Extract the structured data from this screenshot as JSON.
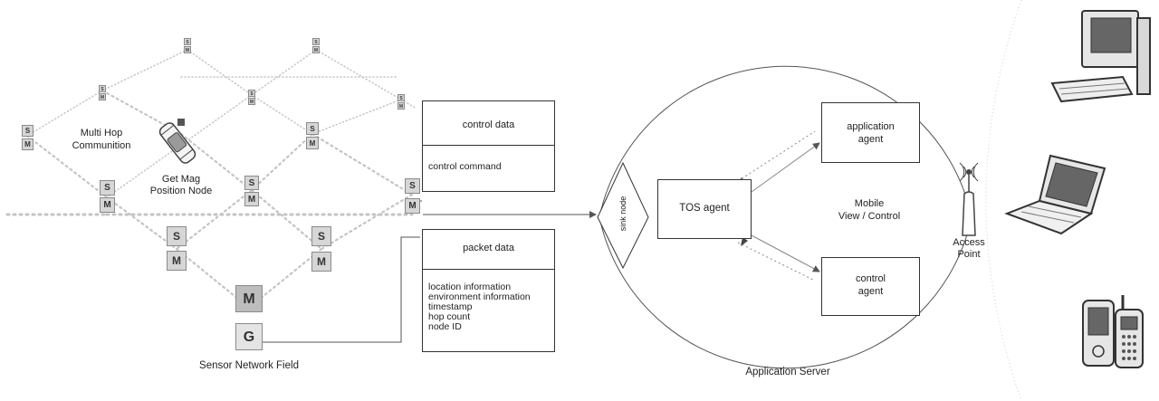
{
  "sensor_field": {
    "label": "Sensor Network Field",
    "multi_hop_label": [
      "Multi Hop",
      "Communition"
    ],
    "get_mag_label": [
      "Get Mag",
      "Position Node"
    ],
    "node_s": "S",
    "node_m": "M",
    "node_g": "G"
  },
  "control_data": {
    "title": "control data",
    "items": [
      "control command"
    ]
  },
  "packet_data": {
    "title": "packet data",
    "items": [
      "location information",
      "environment information",
      "timestamp",
      "hop count",
      "node ID"
    ]
  },
  "sink_node": "sink node",
  "server": {
    "label": "Application Server",
    "tos_agent": "TOS agent",
    "application_agent": [
      "application",
      "agent"
    ],
    "control_agent": [
      "control",
      "agent"
    ],
    "mobile_view": [
      "Mobile",
      "View / Control"
    ]
  },
  "access_point": [
    "Access",
    "Point"
  ],
  "icons": {
    "car": "car-icon",
    "antenna": "antenna-icon",
    "desktop": "desktop-computer-icon",
    "laptop": "laptop-icon",
    "pda": "pda-icon",
    "phone": "mobile-phone-icon"
  }
}
